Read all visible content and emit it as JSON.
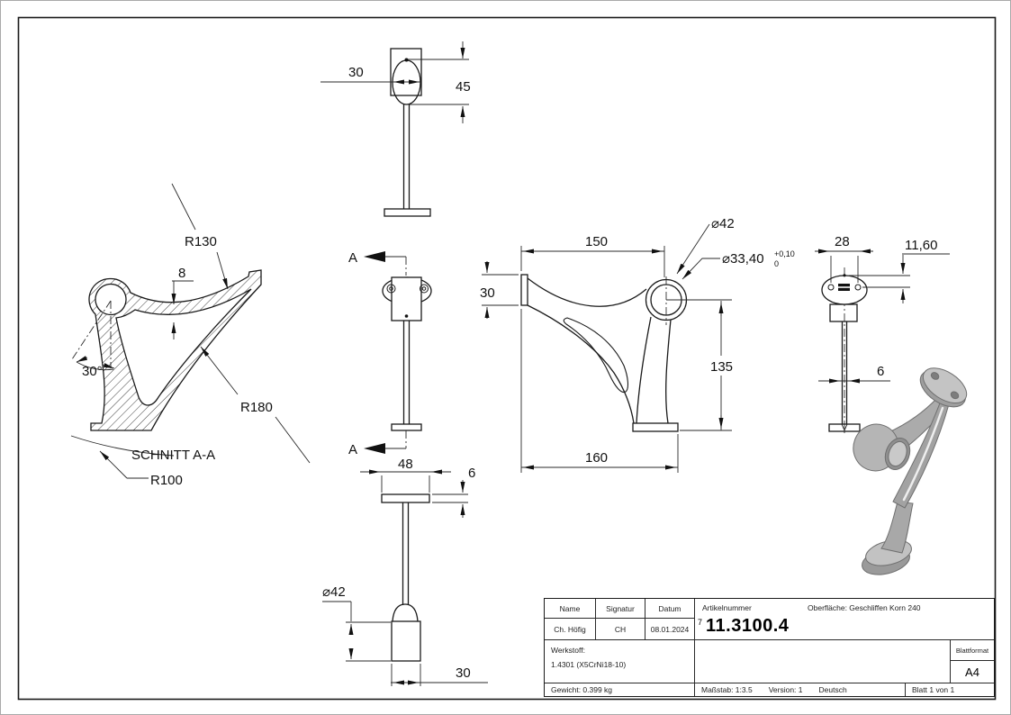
{
  "colors": {
    "line": "#1a1a1a",
    "render_gray": "#ababab",
    "background": "#ffffff"
  },
  "views": {
    "top_view": {
      "width": "30",
      "height": "45"
    },
    "section_view": {
      "radius_top": "R130",
      "wall_thickness": "8",
      "angle": "30°",
      "radius_diagonal": "R180",
      "caption": "SCHNITT A-A",
      "radius_foot": "R100"
    },
    "front_view": {
      "section_marker_top": "A",
      "section_marker_bottom": "A",
      "plate_width": "48",
      "plate_thickness": "6",
      "cup_diameter": "⌀42",
      "cup_width": "30"
    },
    "side_view": {
      "length_to_ring": "150",
      "plate_height": "30",
      "ring_outer_diameter": "⌀42",
      "ring_inner_diameter": "⌀33,40",
      "ring_inner_tol_upper": "+0,10",
      "ring_inner_tol_lower": "0",
      "height_to_base": "135",
      "total_length": "160"
    },
    "rear_view": {
      "hole_spacing": "28",
      "hole_offset": "11,60",
      "stem_thickness": "6"
    }
  },
  "title_block": {
    "name_label": "Name",
    "signatur_label": "Signatur",
    "datum_label": "Datum",
    "name": "Ch. Höfig",
    "signatur": "CH",
    "datum": "08.01.2024",
    "artikelnummer_label": "Artikelnummer",
    "artikelnummer_sup": "7",
    "artikelnummer": "11.3100.4",
    "oberflaeche": "Oberfläche:  Geschliffen Korn 240",
    "werkstoff_label": "Werkstoff:",
    "werkstoff": "1.4301 (X5CrNi18-10)",
    "blattformat_label": "Blattformat",
    "blattformat": "A4",
    "gewicht": "Gewicht: 0.399 kg",
    "massstab": "Maßstab: 1:3.5",
    "version": "Version: 1",
    "sprache": "Deutsch",
    "blatt": "Blatt 1 von 1"
  }
}
